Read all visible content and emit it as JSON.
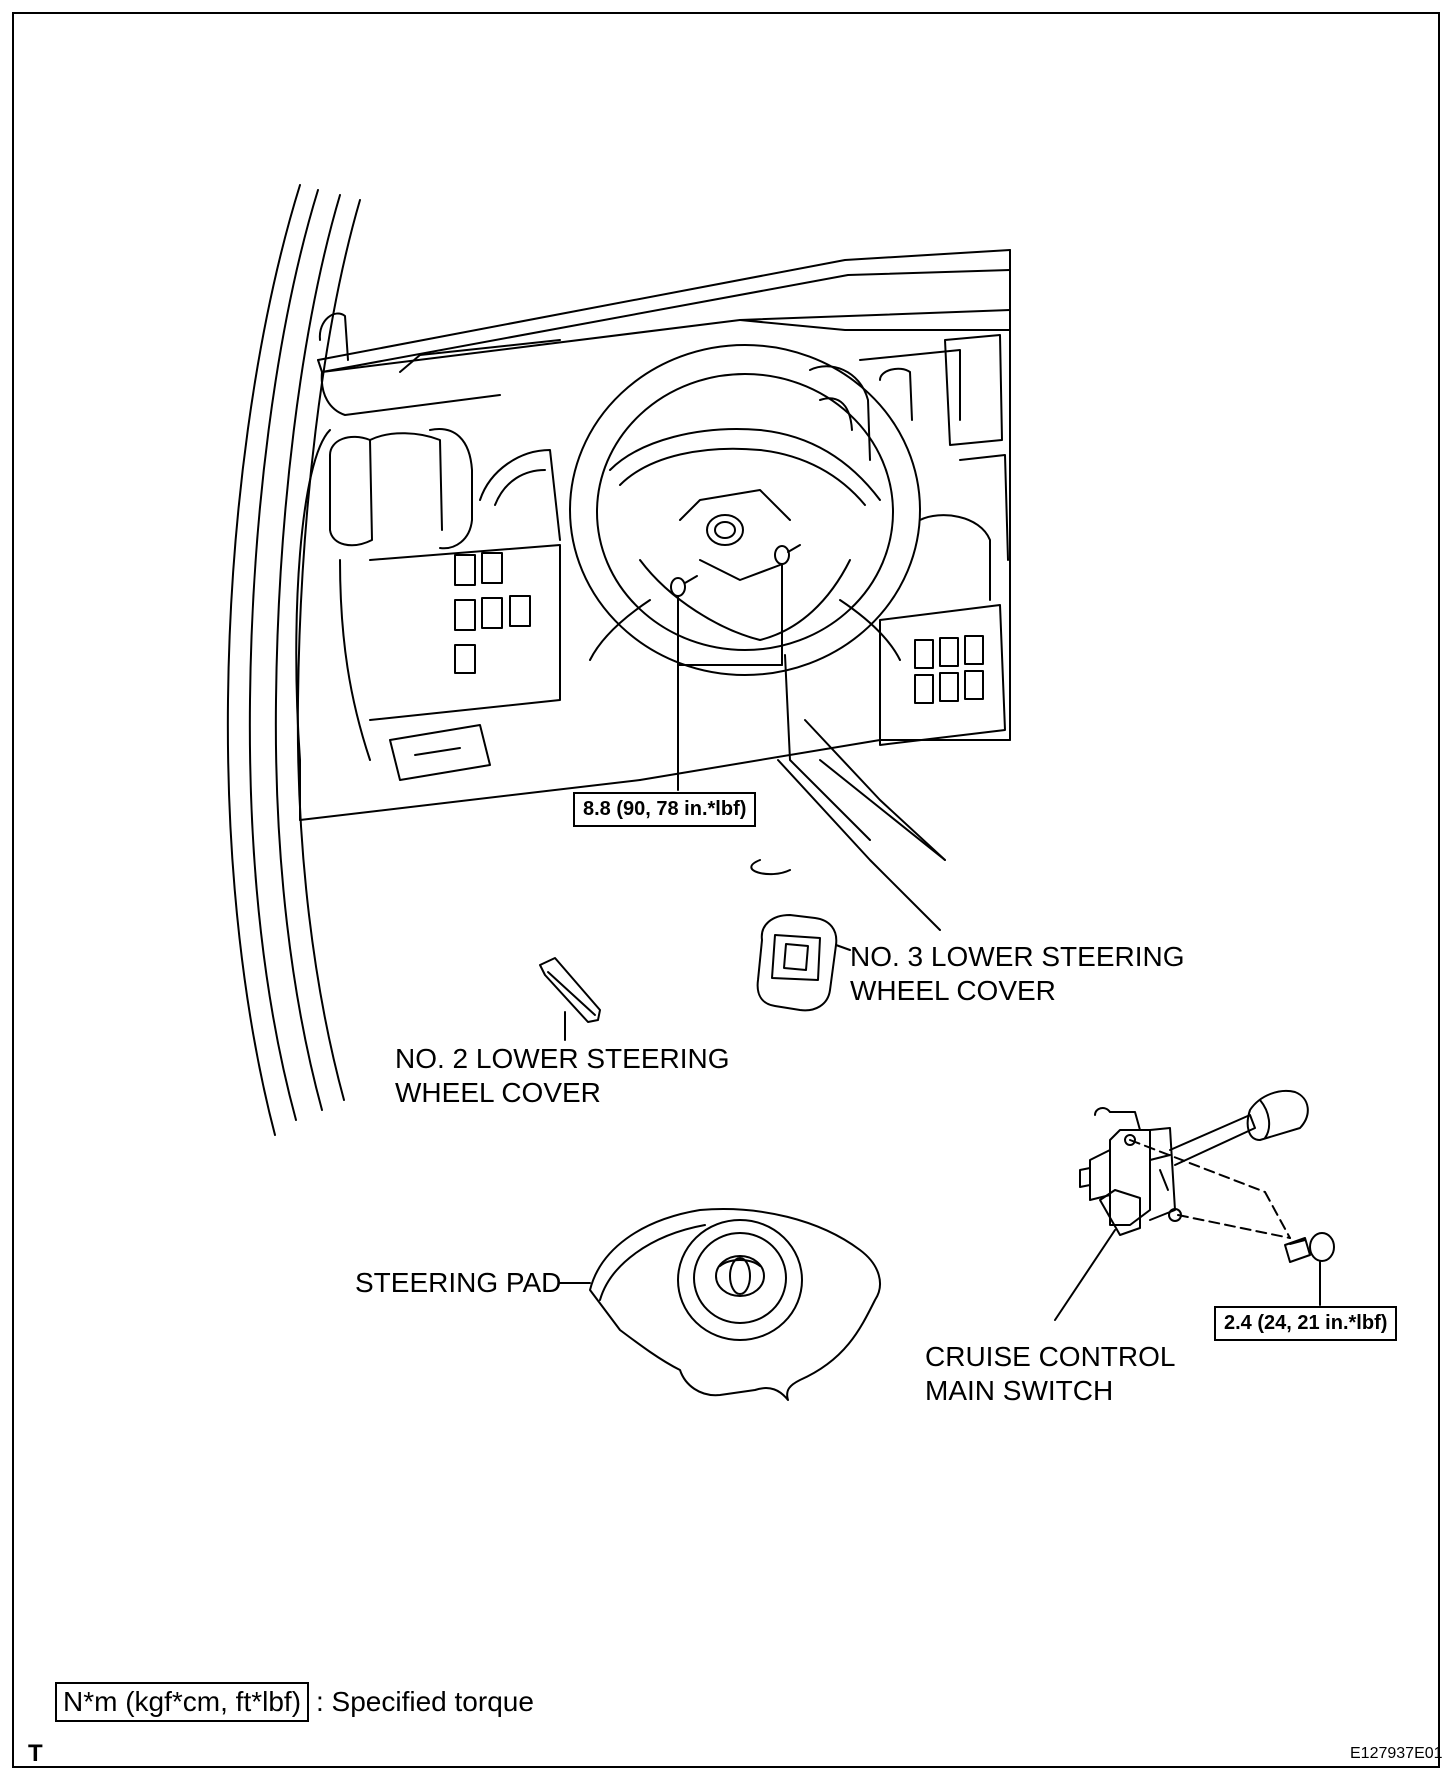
{
  "labels": {
    "no3_cover": [
      "NO. 3 LOWER STEERING",
      "WHEEL COVER"
    ],
    "no2_cover": [
      "NO. 2 LOWER STEERING",
      "WHEEL COVER"
    ],
    "steering_pad": "STEERING PAD",
    "cruise_switch": [
      "CRUISE CONTROL",
      "MAIN SWITCH"
    ]
  },
  "torque": {
    "steering_wheel": "8.8 (90, 78 in.*lbf)",
    "switch_screw": "2.4 (24, 21 in.*lbf)"
  },
  "legend": {
    "unit": "N*m (kgf*cm, ft*lbf)",
    "description": ": Specified torque"
  },
  "footer": {
    "corner_letter": "T",
    "figure_id": "E127937E01"
  }
}
